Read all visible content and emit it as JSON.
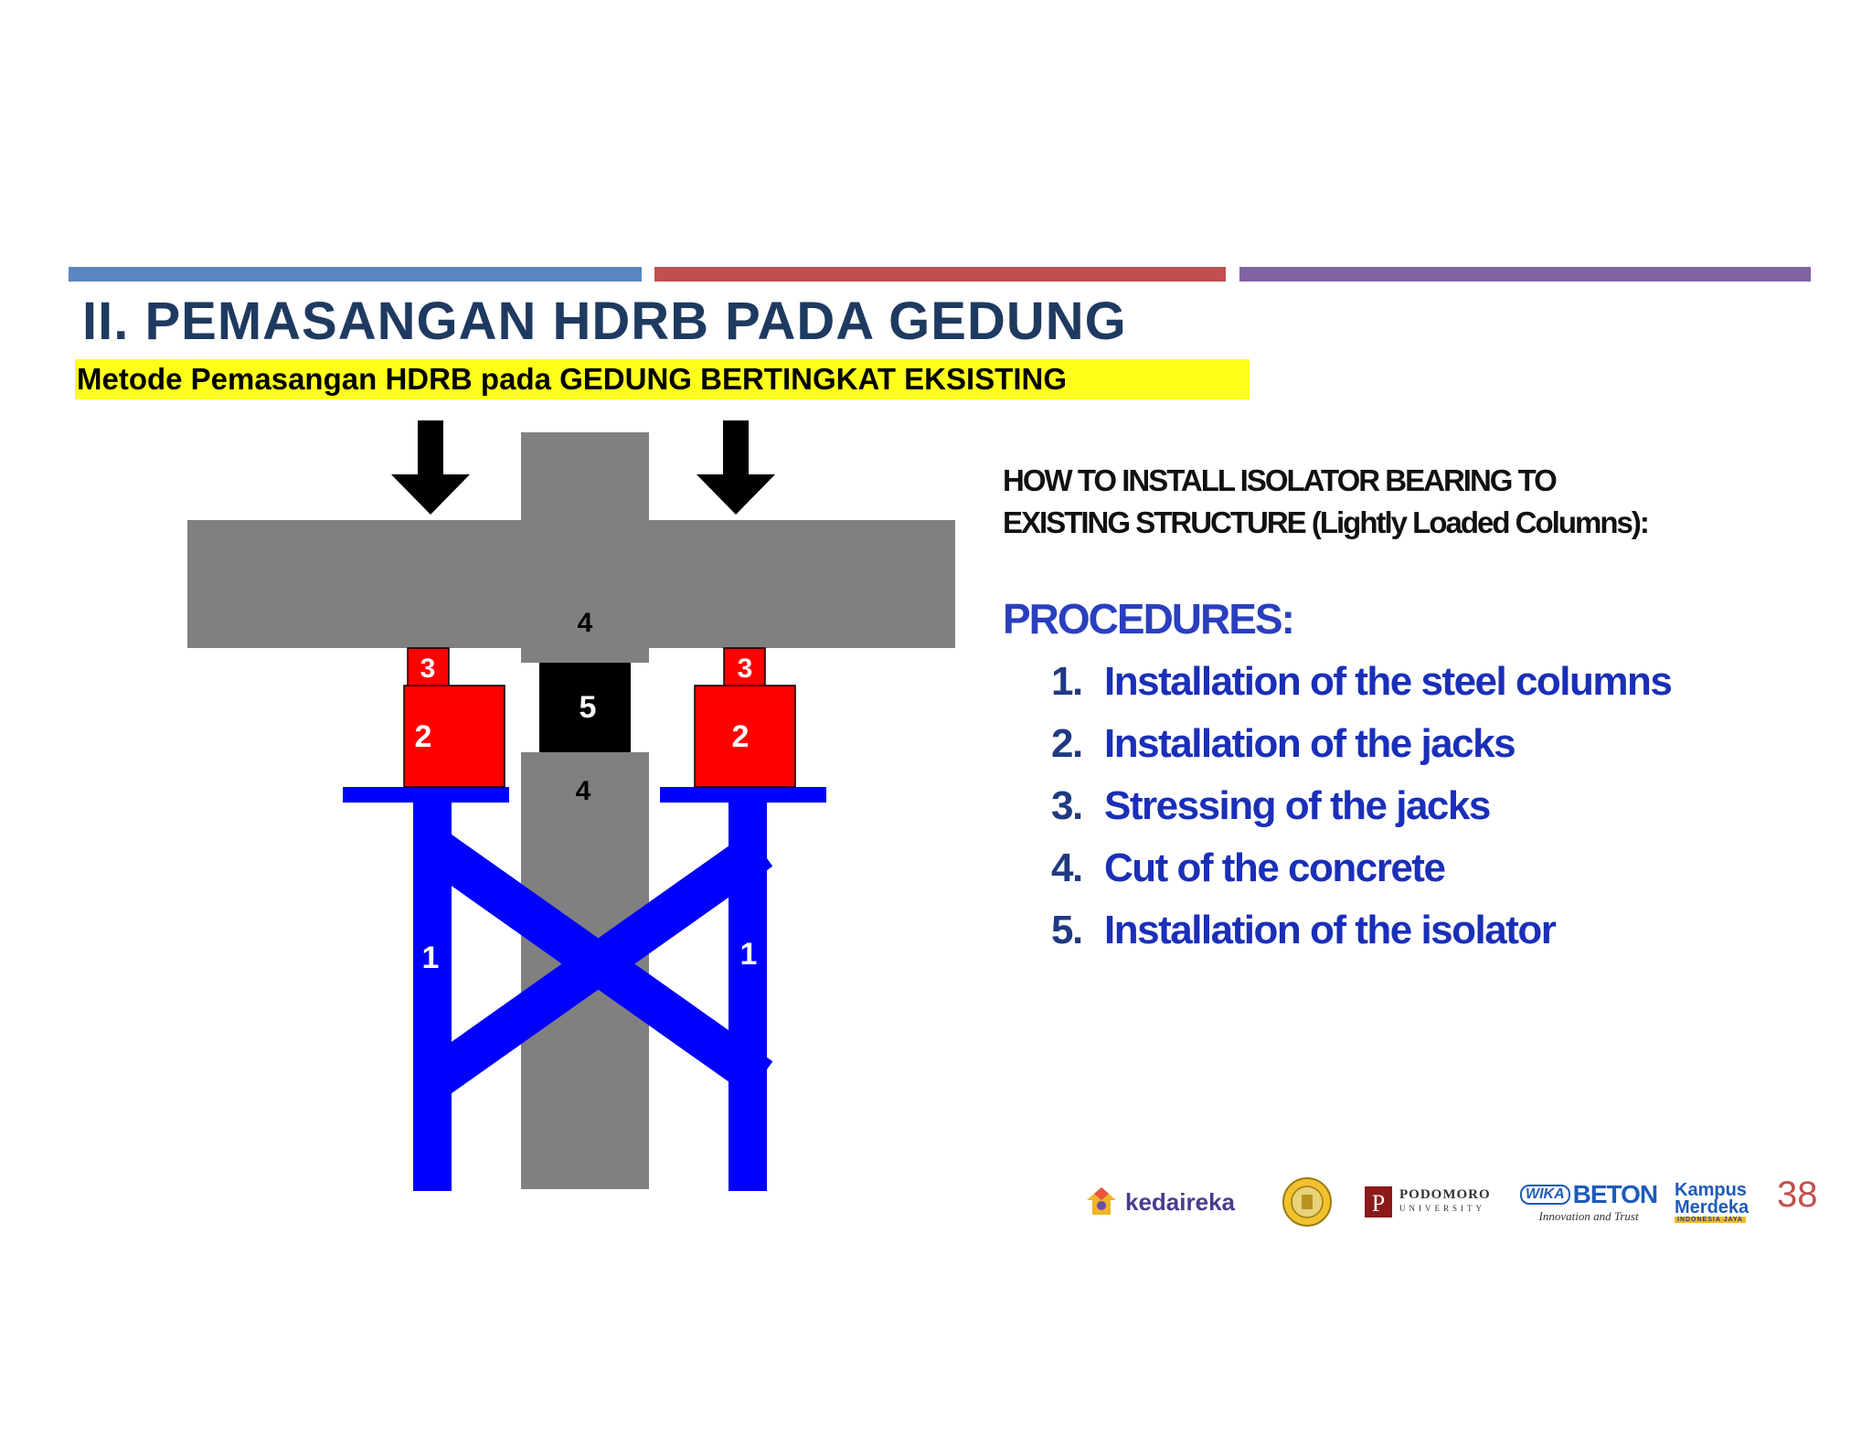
{
  "header": {
    "title": "II. PEMASANGAN HDRB PADA GEDUNG",
    "subtitle_regular_1": "Metode Pemasangan ",
    "subtitle_bold_1": "HDRB",
    "subtitle_regular_2": " pada ",
    "subtitle_bold_2": "GEDUNG BERTINGKAT EKSISTING"
  },
  "colors": {
    "bar_blue": "#5a86c4",
    "bar_red": "#c0504d",
    "bar_purple": "#8064a2",
    "concrete": "#808080",
    "steel_column": "#0000ff",
    "jack": "#ff0000",
    "isolator": "#000000",
    "highlight": "#ffff1a"
  },
  "diagram": {
    "labels": {
      "concrete_top": "4",
      "concrete_bottom": "4",
      "isolator": "5",
      "jack_left": "2",
      "jack_right": "2",
      "shim_left": "3",
      "shim_right": "3",
      "column_left": "1",
      "column_right": "1"
    }
  },
  "text_panel": {
    "howto_line1": "HOW TO INSTALL ISOLATOR BEARING TO",
    "howto_line2": "EXISTING STRUCTURE (Lightly Loaded Columns):",
    "procedures_heading": "PROCEDURES:",
    "procedures": [
      {
        "num": "1.",
        "text": "Installation of the steel  columns"
      },
      {
        "num": "2.",
        "text": "Installation of the jacks"
      },
      {
        "num": "3.",
        "text": "Stressing of the jacks"
      },
      {
        "num": "4.",
        "text": "Cut of the concrete"
      },
      {
        "num": "5.",
        "text": "Installation of the isolator"
      }
    ]
  },
  "footer": {
    "logo_kedaireka": "kedaireka",
    "logo_podomoro_1": "PODOMORO",
    "logo_podomoro_2": "UNIVERSITY",
    "logo_wika_1": "WIKA",
    "logo_wika_2": "BETON",
    "logo_wika_tagline": "Innovation and Trust",
    "logo_kampus_1": "Kampus",
    "logo_kampus_2": "Merdeka",
    "logo_kampus_3": "INDONESIA JAYA",
    "page_number": "38"
  }
}
